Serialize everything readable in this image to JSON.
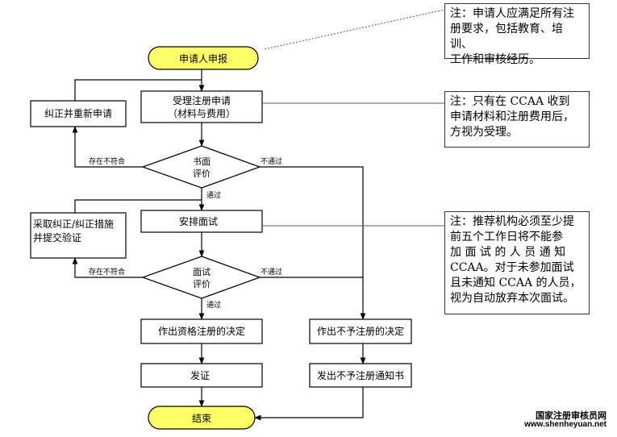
{
  "flow": {
    "start": "申请人申报",
    "accept": [
      "受理注册申请",
      "（材料与费用）"
    ],
    "correct_reapply": "纠正并重新申请",
    "written_review": [
      "书面",
      "评价"
    ],
    "nonconform_1": "存在不符合",
    "fail_1": "不通过",
    "pass_1": "通过",
    "arrange_interview": "安排面试",
    "corrective_action": [
      "采取纠正/纠正措施",
      "并提交验证"
    ],
    "interview_review": [
      "面试",
      "评价"
    ],
    "nonconform_2": "存在不符合",
    "fail_2": "不通过",
    "pass_2": "通过",
    "approve_decision": "作出资格注册的决定",
    "reject_decision": "作出不予注册的决定",
    "issue_cert": "发证",
    "issue_reject_notice": "发出不予注册通知书",
    "end": "结束"
  },
  "notes": {
    "note1": "注：申请人应满足所有注\n册要求，包括教育、培训、\n工作和审核经历。",
    "note2": "注：只有在 CCAA 收到\n申请材料和注册费用后，\n方视为受理。",
    "note3": "注：推荐机构必须至少提\n前五个工作日将不能参\n加 面 试 的 人 员 通 知\nCCAA。对于未参加面试\n且未通知 CCAA 的人员，\n视为自动放弃本次面试。"
  },
  "watermark": {
    "name": "国家注册审核员网",
    "url": "www.shenheyuan.net"
  },
  "colors": {
    "terminal_fill": "#ffff66",
    "box_fill": "#ffffff",
    "stroke": "#000000",
    "connector": "#555555"
  }
}
